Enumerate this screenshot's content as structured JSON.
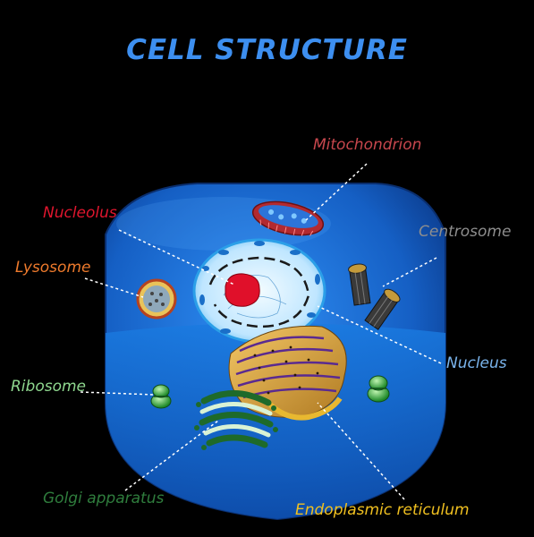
{
  "title": "CELL STRUCTURE",
  "colors": {
    "title": "#3d8ff0",
    "cell": "#1e6fd6",
    "nucleus": "#bfe6ff",
    "nucleolus": "#e0102a",
    "mitochondrion": "#c2343a",
    "golgi": "#2e8a3a",
    "er": "#d9a84a",
    "leader_line": "#ffffff"
  },
  "labels": {
    "mitochondrion": {
      "text": "Mitochondrion",
      "color": "#c8474d"
    },
    "nucleolus": {
      "text": "Nucleolus",
      "color": "#e0162e"
    },
    "centrosome": {
      "text": "Centrosome",
      "color": "#8e8e8e"
    },
    "lysosome": {
      "text": "Lysosome",
      "color": "#ee7a2c"
    },
    "nucleus": {
      "text": "Nucleus",
      "color": "#7ab4ec"
    },
    "ribosome": {
      "text": "Ribosome",
      "color": "#8fd88f"
    },
    "golgi": {
      "text": "Golgi apparatus",
      "color": "#2f7d3d"
    },
    "er": {
      "text": "Endoplasmic reticulum",
      "color": "#f0c020"
    }
  }
}
